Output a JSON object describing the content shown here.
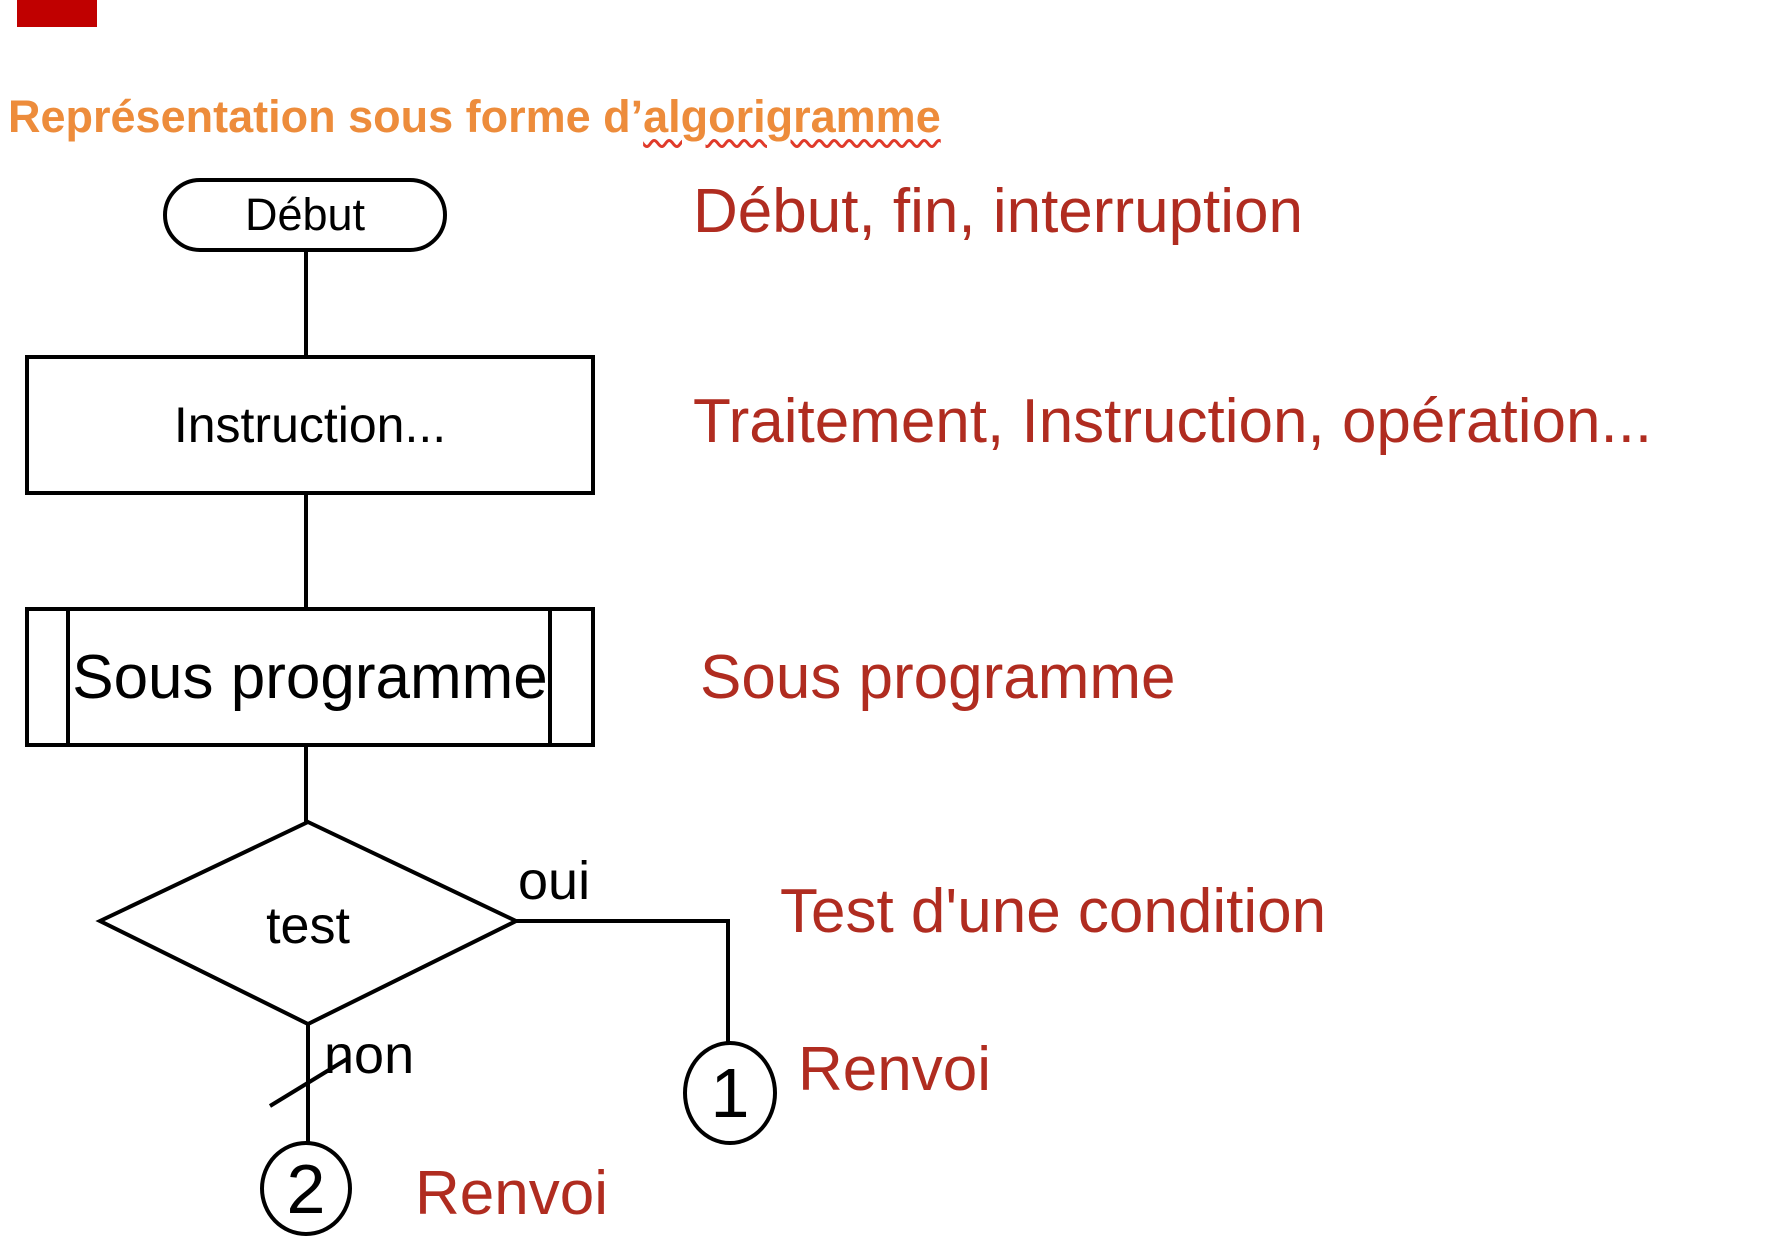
{
  "heading": {
    "text_prefix": "Représentation sous forme d’",
    "marked_word": "algorigramme",
    "color": "#ED8C3B",
    "squiggle_color": "#E03A2A"
  },
  "decor": {
    "corner_bar_color": "#C00000"
  },
  "flowchart": {
    "terminal": {
      "label": "Début"
    },
    "process": {
      "label": "Instruction..."
    },
    "subroutine": {
      "label": "Sous programme"
    },
    "decision": {
      "label": "test",
      "yes_label": "oui",
      "no_label": "non"
    },
    "connector1": {
      "label": "1"
    },
    "connector2": {
      "label": "2"
    }
  },
  "legend": {
    "color": "#B02C20",
    "items": [
      {
        "text": "Début, fin, interruption"
      },
      {
        "text": "Traitement, Instruction, opération..."
      },
      {
        "text": "Sous programme"
      },
      {
        "text": "Test d'une condition"
      },
      {
        "text": "Renvoi"
      },
      {
        "text": "Renvoi"
      }
    ]
  }
}
